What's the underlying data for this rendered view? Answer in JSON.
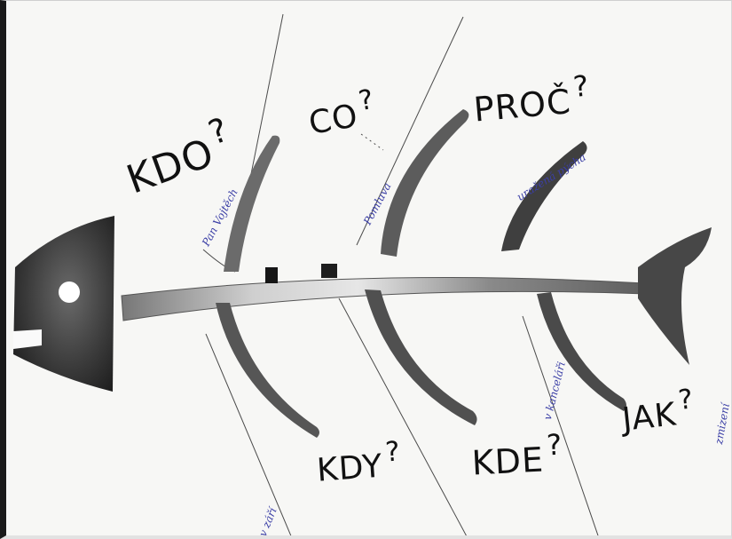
{
  "labels": {
    "who": {
      "text": "KDO",
      "mark": "?"
    },
    "what": {
      "text": "CO",
      "mark": "?"
    },
    "why": {
      "text": "PROČ",
      "mark": "?"
    },
    "when": {
      "text": "KDY",
      "mark": "?"
    },
    "where": {
      "text": "KDE",
      "mark": "?"
    },
    "how": {
      "text": "JAK",
      "mark": "?"
    }
  },
  "notes": {
    "who": "Pan Vojtěch",
    "what": "Pomluva",
    "why": "uražená pýcha",
    "when": "v září",
    "where": "v kanceláři",
    "how": "zmizení"
  },
  "colors": {
    "ink": "#111111",
    "pencil": "#3b3fa6",
    "wash": "#555555",
    "paper": "#f7f7f5"
  }
}
